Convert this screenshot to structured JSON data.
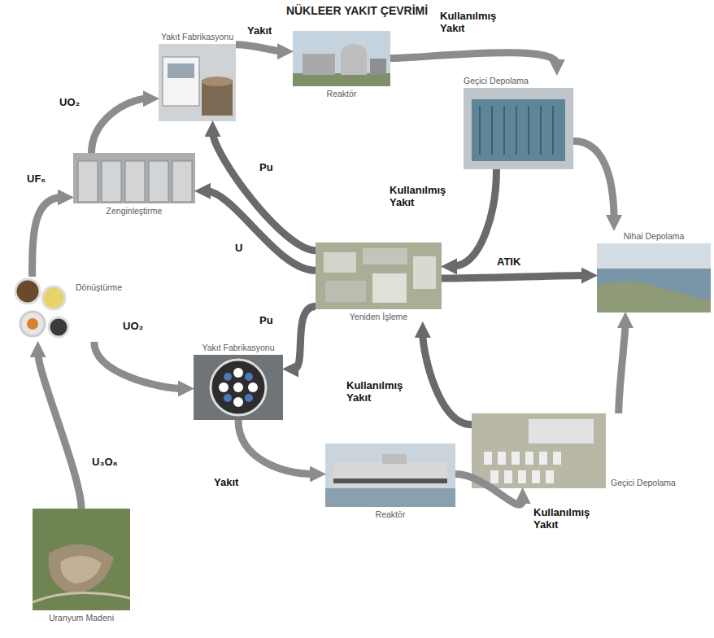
{
  "diagram": {
    "title": "NÜKLEER YAKIT ÇEVRİMİ",
    "nodes": [
      {
        "text": [
          "Yakıt Fabrikasyonu"
        ]
      },
      {
        "text": [
          "Reaktör"
        ]
      },
      {
        "text": [
          "Geçici Depolama"
        ]
      },
      {
        "text": [
          "Zenginleştirme"
        ]
      },
      {
        "text": [
          "Dönüştürme"
        ]
      },
      {
        "text": [
          "Yeniden İşleme"
        ]
      },
      {
        "text": [
          "Nihai Depolama"
        ]
      },
      {
        "text": [
          "Yakıt Fabrikasyonu"
        ]
      },
      {
        "text": [
          "Reaktör"
        ]
      },
      {
        "text": [
          "Geçici Depolama"
        ]
      },
      {
        "text": [
          "Uranyum Madeni"
        ]
      }
    ],
    "edges": [
      {
        "from": 10,
        "to": 4,
        "label": "U₃O₈",
        "arrow": "to"
      },
      {
        "from": 4,
        "to": 3,
        "label": "UF₆",
        "arrow": "to"
      },
      {
        "from": 3,
        "to": 0,
        "label": "UO₂",
        "arrow": "to"
      },
      {
        "from": 0,
        "to": 1,
        "label": "Yakıt",
        "arrow": "to"
      },
      {
        "from": 1,
        "to": 2,
        "label": "Kullanılmış Yakıt",
        "arrow": "to"
      },
      {
        "from": 2,
        "to": 5,
        "label": "Kullanılmış Yakıt",
        "arrow": "to"
      },
      {
        "from": 2,
        "to": 6,
        "arrow": "to"
      },
      {
        "from": 5,
        "to": 0,
        "label": "Pu",
        "arrow": "to"
      },
      {
        "from": 5,
        "to": 3,
        "label": "U",
        "arrow": "to"
      },
      {
        "from": 5,
        "to": 7,
        "label": "Pu",
        "arrow": "to"
      },
      {
        "from": 5,
        "to": 6,
        "label": "ATIK",
        "arrow": "to"
      },
      {
        "from": 4,
        "to": 7,
        "label": "UO₂",
        "arrow": "to"
      },
      {
        "from": 7,
        "to": 8,
        "label": "Yakıt",
        "arrow": "to"
      },
      {
        "from": 8,
        "to": 9,
        "label": "Kullanılmış Yakıt",
        "arrow": "to"
      },
      {
        "from": 9,
        "to": 5,
        "label": "Kullanılmış Yakıt",
        "arrow": "to"
      },
      {
        "from": 9,
        "to": 6,
        "arrow": "to"
      }
    ]
  }
}
